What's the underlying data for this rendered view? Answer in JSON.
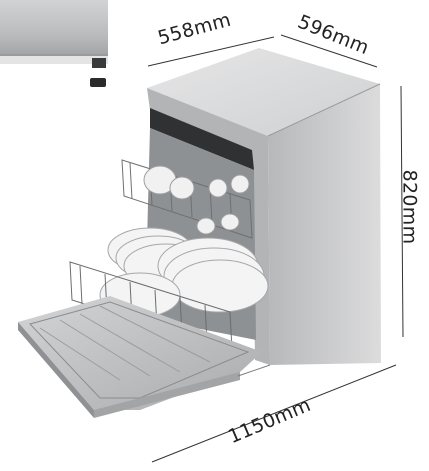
{
  "dimensions": {
    "width": "558mm",
    "depth": "596mm",
    "height": "820mm",
    "open_depth": "1150mm"
  },
  "colors": {
    "body": "#c9cacb",
    "top": "#d9d9da",
    "door": "#c6c7c8",
    "panel_dark": "#2e3032",
    "interior": "#b8babd"
  }
}
